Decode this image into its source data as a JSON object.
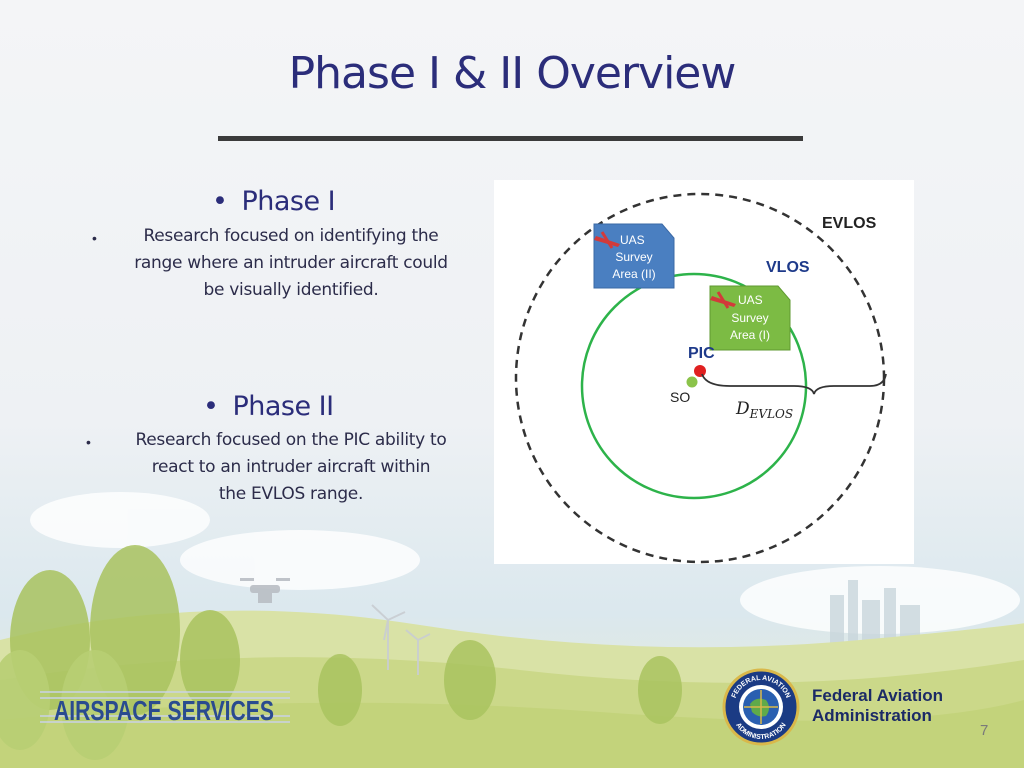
{
  "title": "Phase I & II Overview",
  "phase1": {
    "heading": "Phase I",
    "body_lines": [
      "Research focused on identifying the",
      "range where an intruder aircraft could",
      "be visually identified."
    ]
  },
  "phase2": {
    "heading": "Phase II",
    "body_lines": [
      "Research focused on the PIC ability to",
      "react to an intruder aircraft within",
      "the EVLOS range."
    ]
  },
  "bullet_large": "•",
  "bullet_small": "•",
  "diagram": {
    "evlos_label": "EVLOS",
    "vlos_label": "VLOS",
    "pic_label": "PIC",
    "so_label": "SO",
    "d_label_main": "D",
    "d_label_sub": "EVLOS",
    "area2": [
      "UAS",
      "Survey",
      "Area (II)"
    ],
    "area1": [
      "UAS",
      "Survey",
      "Area (I)"
    ],
    "colors": {
      "evlos_circle": "#333333",
      "vlos_circle": "#2db34a",
      "area2_fill": "#4a7fc1",
      "area1_fill": "#7cbb44",
      "vlos_text": "#1e3a8a",
      "pic_dot": "#e02020",
      "so_dot": "#8bc34a"
    }
  },
  "footer": {
    "airspace": "AIRSPACE SERVICES",
    "faa_line1": "Federal Aviation",
    "faa_line2": "Administration",
    "seal_top": "FEDERAL AVIATION",
    "seal_bottom": "ADMINISTRATION",
    "page": "7"
  }
}
